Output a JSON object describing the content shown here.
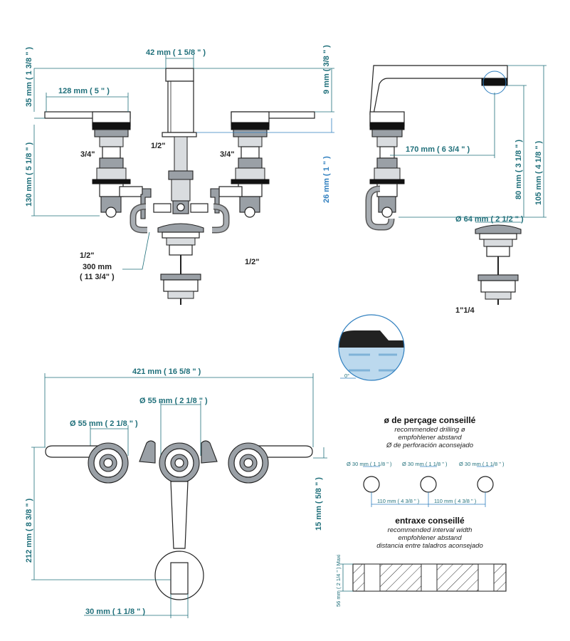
{
  "front_view": {
    "spout_width": "42 mm ( 1 5/8 \" )",
    "handle_top_height": "35 mm ( 1 3/8 \" )",
    "handle_length": "128 mm ( 5 \" )",
    "spout_top_offset": "9 mm ( 3/8 \" )",
    "body_height": "130 mm ( 5 1/8 \" )",
    "shank_length": "26 mm ( 1 \" )",
    "thread_left": "3/4\"",
    "thread_center": "1/2\"",
    "thread_right": "3/4\"",
    "hose_thread": "1/2\"",
    "hose_length": "300 mm",
    "hose_length_in": "( 11 3/4\" )",
    "drain_thread": "1/2\""
  },
  "side_view": {
    "spout_reach": "170 mm ( 6 3/4 \" )",
    "height_80": "80 mm ( 3 1/8 \" )",
    "height_105": "105 mm ( 4 1/8 \" )",
    "drain_diameter": "Ø  64 mm ( 2 1/2 \" )",
    "drain_thread": "1\"1/4"
  },
  "detail": {
    "angle": "0°"
  },
  "top_view": {
    "total_width": "421 mm ( 16 5/8 \" )",
    "spout_diameter": "Ø  55 mm ( 2 1/8 \" )",
    "handle_diameter": "Ø  55 mm ( 2 1/8 \" )",
    "depth": "212 mm ( 8 3/8 \" )",
    "handle_offset": "15 mm ( 5/8 \" )",
    "base_diameter": "30 mm ( 1 1/8 \" )"
  },
  "drilling": {
    "title": "ø de perçage conseillé",
    "en": "recommended drilling ø",
    "de": "empfohlener abstand",
    "es": "Ø de perforación aconsejado",
    "hole_1": "Ø  30 mm ( 1 1/8 \" )",
    "hole_2": "Ø  30 mm ( 1 1/8 \" )",
    "hole_3": "Ø  30 mm ( 1 1/8 \" )",
    "spacing_1": "110 mm ( 4 3/8 \" )",
    "spacing_2": "110 mm ( 4 3/8 \" )"
  },
  "interval": {
    "title": "entraxe conseillé",
    "en": "recommended interval width",
    "de": "empfohlener abstand",
    "es": "distancia entre taladros aconsejado",
    "thickness": "56 mm ( 2 1/4 \" ) Maxi"
  }
}
